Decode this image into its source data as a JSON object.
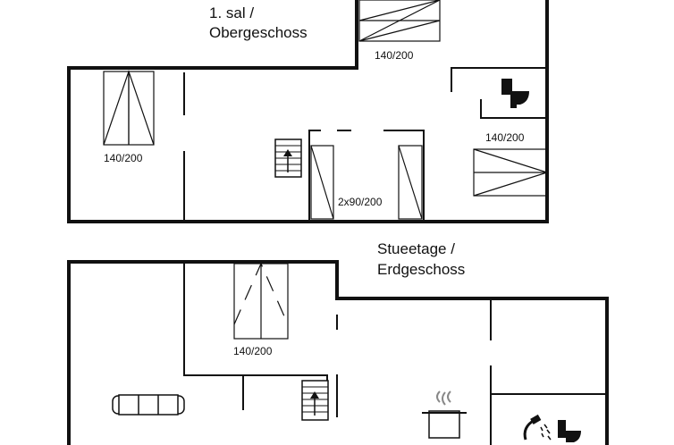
{
  "floors": {
    "upper": {
      "name_line1": "1. sal /",
      "name_line2": "Obergeschoss"
    },
    "ground": {
      "name_line1": "Stueetage /",
      "name_line2": "Erdgeschoss"
    }
  },
  "beds": {
    "upper_top": "140/200",
    "upper_left": "140/200",
    "upper_right": "140/200",
    "upper_singles": "2x90/200",
    "ground_top": "140/200"
  },
  "icons": [
    "toilet-icon",
    "stairs-icon",
    "sofa-icon",
    "stove-pot-icon",
    "shower-icon"
  ],
  "colors": {
    "wall": "#111111",
    "background": "#ffffff"
  }
}
